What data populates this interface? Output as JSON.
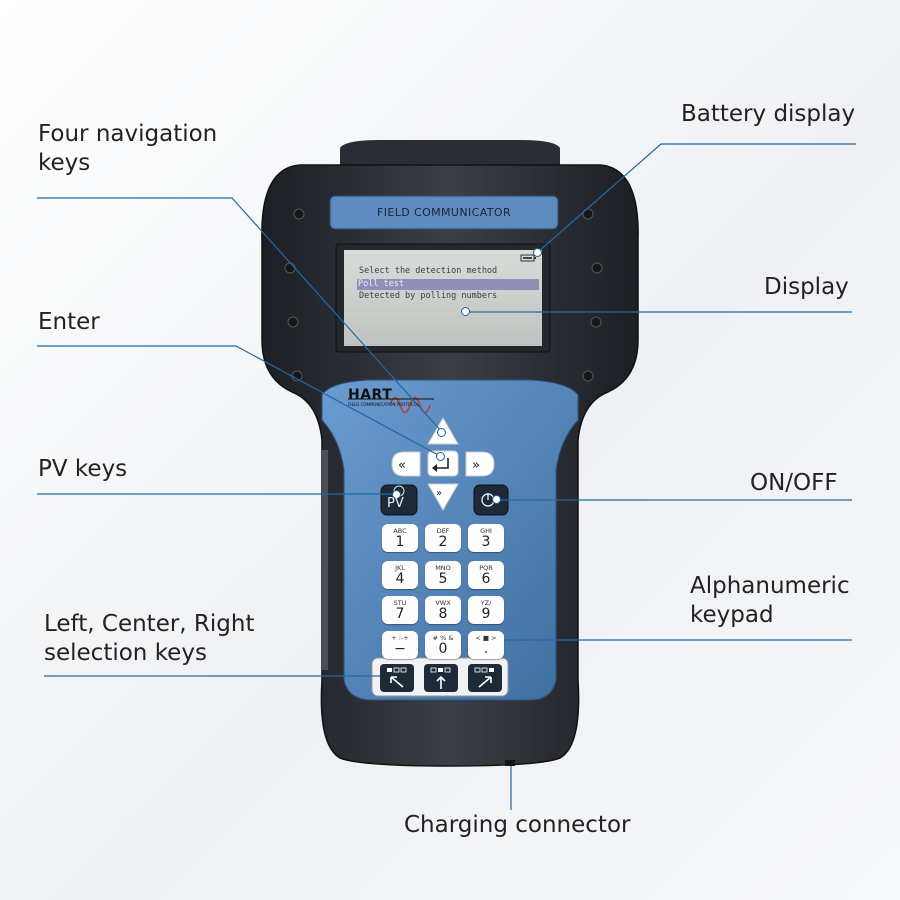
{
  "callouts": {
    "four_navigation_keys": "Four navigation\nkeys",
    "enter": "Enter",
    "pv_keys": "PV keys",
    "selection_keys": "Left, Center, Right\nselection keys",
    "battery_display": "Battery display",
    "display": "Display",
    "on_off": "ON/OFF",
    "alphanumeric_keypad": "Alphanumeric\nkeypad",
    "charging_connector": "Charging connector"
  },
  "device": {
    "brand_strip": "FIELD COMMUNICATOR",
    "logo": "HART",
    "logo_sub": "FIELD COMMUNICATION PROTOCOL",
    "screen": {
      "line1": "Select the detection method",
      "line2": "Poll test",
      "line3": "Detected by polling numbers"
    },
    "pv_key": "PV",
    "keypad": [
      {
        "letters": "ABC",
        "digit": "1"
      },
      {
        "letters": "DEF",
        "digit": "2"
      },
      {
        "letters": "GHI",
        "digit": "3"
      },
      {
        "letters": "JKL",
        "digit": "4"
      },
      {
        "letters": "MNO",
        "digit": "5"
      },
      {
        "letters": "PQR",
        "digit": "6"
      },
      {
        "letters": "STU",
        "digit": "7"
      },
      {
        "letters": "VWX",
        "digit": "8"
      },
      {
        "letters": "YZ/",
        "digit": "9"
      },
      {
        "letters": "+ :-+",
        "digit": "−"
      },
      {
        "letters": "# % &",
        "digit": "0"
      },
      {
        "letters": "< ■ >",
        "digit": "."
      }
    ]
  },
  "colors": {
    "line": "#1f6aa5",
    "body_dark": "#2b2f36",
    "panel_blue": "#5e8ec4"
  }
}
